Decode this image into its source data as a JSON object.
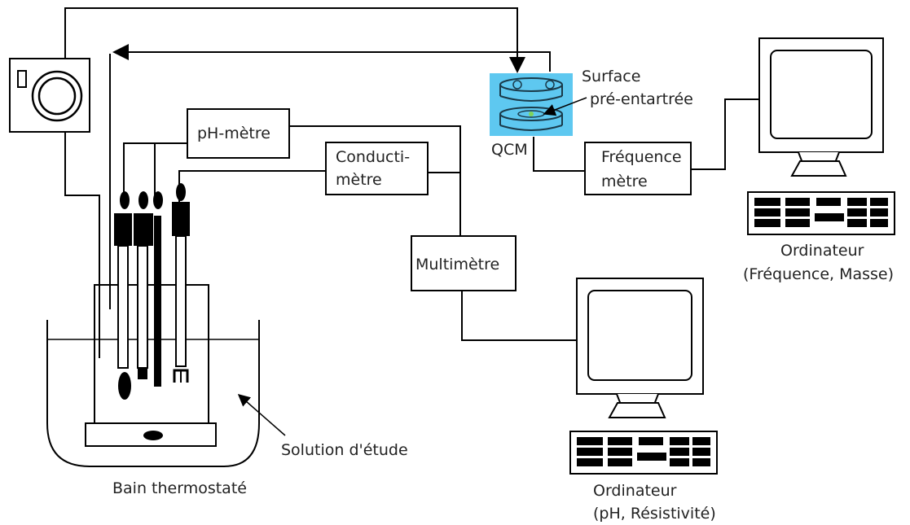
{
  "labels": {
    "ph_metre": "pH-mètre",
    "conducti_line1": "Conducti-",
    "conducti_line2": "mètre",
    "multimetre": "Multimètre",
    "frequence_line1": "Fréquence",
    "frequence_line2": "mètre",
    "qcm": "QCM",
    "surface_line1": "Surface",
    "surface_line2": "pré-entartrée",
    "ordi_right_line1": "Ordinateur",
    "ordi_right_line2": "(Fréquence, Masse)",
    "ordi_bottom_line1": "Ordinateur",
    "ordi_bottom_line2": "(pH, Résistivité)",
    "solution": "Solution d'étude",
    "bain": "Bain thermostaté"
  },
  "colors": {
    "qcm_highlight": "#5ec8f0",
    "qcm_center": "#7fd35a"
  }
}
